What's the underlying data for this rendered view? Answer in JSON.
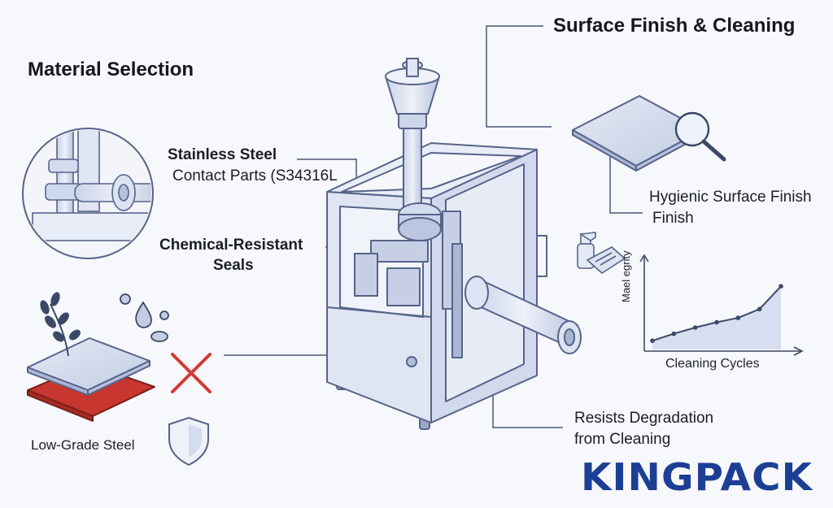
{
  "headings": {
    "material_selection": "Material Selection",
    "surface_finish": "Surface Finish & Cleaning"
  },
  "labels": {
    "stainless_line1": "Stainless Steel",
    "stainless_line2": "Contact Parts (S34316L",
    "seals_line1": "Chemical-Resistant",
    "seals_line2": "Seals",
    "low_grade": "Low-Grade Steel",
    "hygienic_line1": "Hygienic Surface Finish",
    "hygienic_line2": "Finish",
    "resists_line1": "Resists Degradation",
    "resists_line2": "from Cleaning"
  },
  "mini_chart": {
    "ylabel": "Mael egrity",
    "xlabel": "Cleaning Cycles"
  },
  "chart_data": {
    "type": "line",
    "title": "",
    "xlabel": "Cleaning Cycles",
    "ylabel": "Mael egrity",
    "x": [
      1,
      2,
      3,
      4,
      5,
      6,
      7
    ],
    "values": [
      1.0,
      1.8,
      2.5,
      3.1,
      3.6,
      4.6,
      7.2
    ],
    "ylim": [
      0,
      10
    ],
    "grid": false
  },
  "brand": {
    "name": "KINGPACK",
    "color": "#1c3f95"
  },
  "colors": {
    "line": "#4a5878",
    "machine_fill": "#dde3f2",
    "machine_stroke": "#56648a",
    "accent_red": "#d33a35",
    "red_plate": "#c8372f"
  },
  "icons": [
    "magnifier-icon",
    "spray-bottle-icon",
    "cloth-icon",
    "shield-icon",
    "plant-icon",
    "droplet-icon",
    "cross-icon"
  ]
}
